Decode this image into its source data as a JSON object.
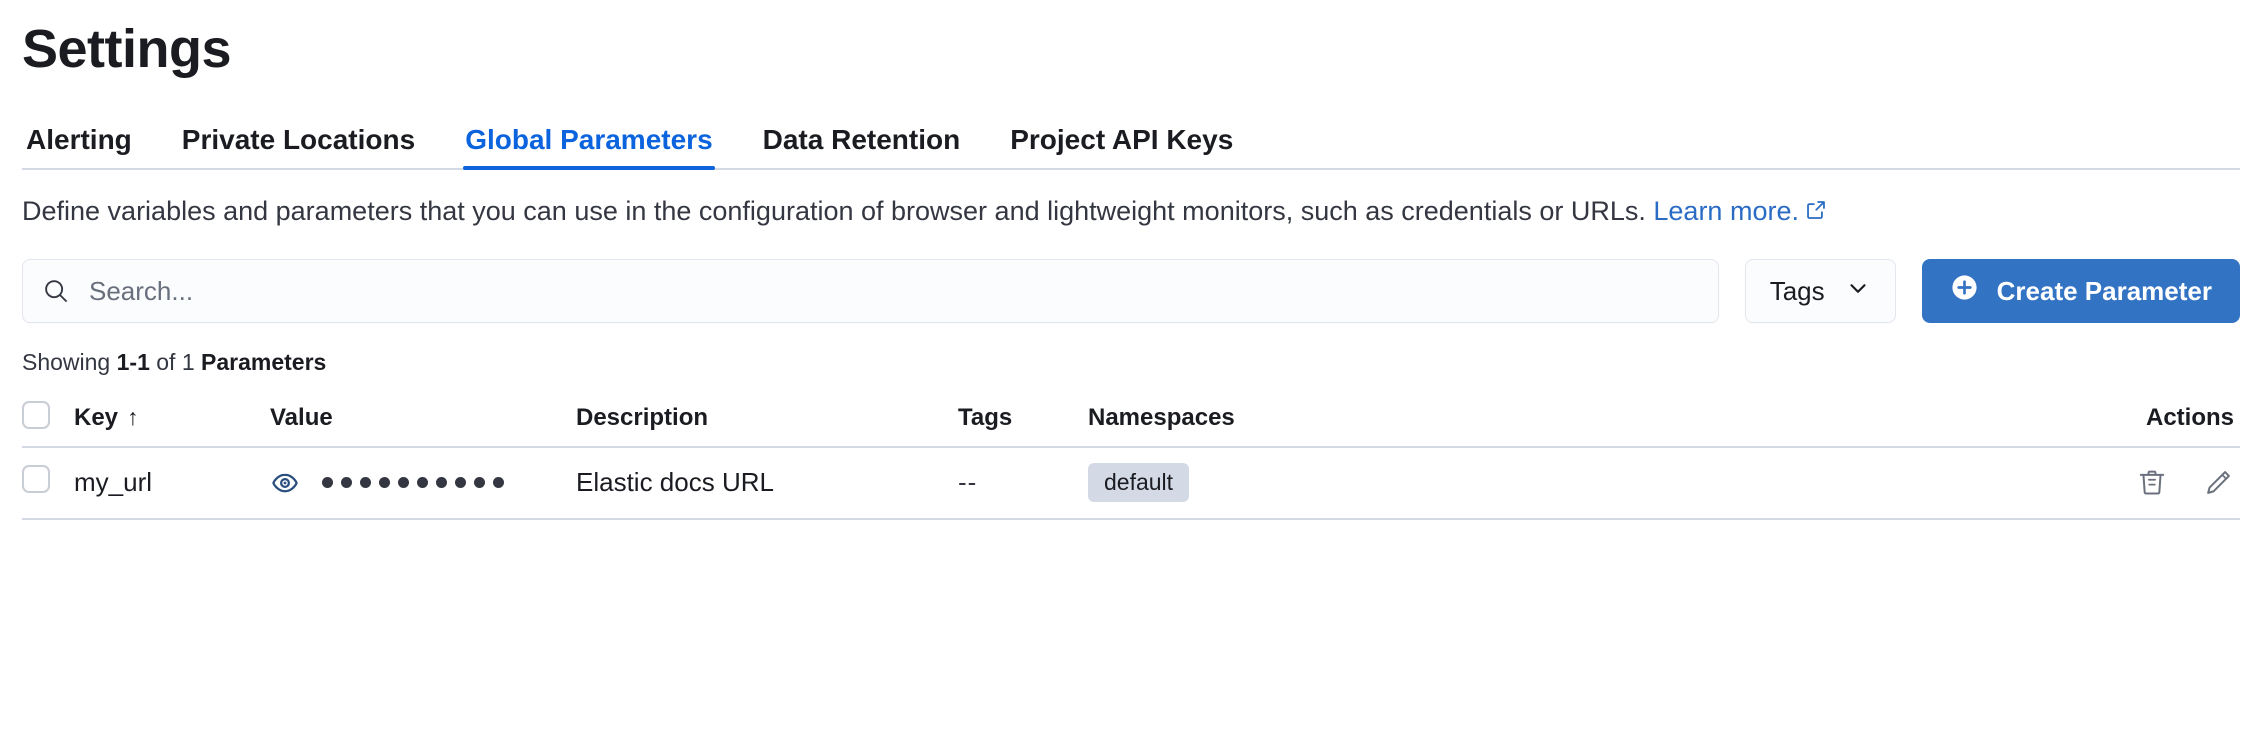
{
  "page": {
    "title": "Settings"
  },
  "tabs": [
    {
      "label": "Alerting",
      "active": false
    },
    {
      "label": "Private Locations",
      "active": false
    },
    {
      "label": "Global Parameters",
      "active": true
    },
    {
      "label": "Data Retention",
      "active": false
    },
    {
      "label": "Project API Keys",
      "active": false
    }
  ],
  "description": {
    "text": "Define variables and parameters that you can use in the configuration of browser and lightweight monitors, such as credentials or URLs.",
    "link_text": "Learn more.",
    "link_icon": "external-link-icon"
  },
  "controls": {
    "search_placeholder": "Search...",
    "search_value": "",
    "search_icon": "search-icon",
    "tags_label": "Tags",
    "tags_chevron_icon": "chevron-down-icon",
    "create_label": "Create Parameter",
    "create_icon": "plus-circle-icon"
  },
  "results": {
    "showing_prefix": "Showing ",
    "range": "1-1",
    "of": " of ",
    "total": "1 ",
    "noun": "Parameters"
  },
  "table": {
    "columns": [
      {
        "key": "check",
        "label": ""
      },
      {
        "key": "key",
        "label": "Key",
        "sort": "↑"
      },
      {
        "key": "value",
        "label": "Value"
      },
      {
        "key": "description",
        "label": "Description"
      },
      {
        "key": "tags",
        "label": "Tags"
      },
      {
        "key": "namespaces",
        "label": "Namespaces"
      },
      {
        "key": "actions",
        "label": "Actions"
      }
    ],
    "rows": [
      {
        "key": "my_url",
        "value_masked": "••••••••••",
        "value_dot_count": 10,
        "value_toggle_icon": "eye-icon",
        "description": "Elastic docs URL",
        "tags": "--",
        "namespaces": "default",
        "actions": [
          {
            "icon": "trash-icon",
            "name": "delete-parameter-button"
          },
          {
            "icon": "pencil-icon",
            "name": "edit-parameter-button"
          }
        ]
      }
    ]
  },
  "colors": {
    "accent": "#0b64dd",
    "primary_button": "#3373c4",
    "link": "#2a6cc4",
    "border": "#d3dae6",
    "badge_bg": "#d3dae6",
    "eye_icon": "#2a4f7f",
    "action_icon": "#6a717d"
  }
}
